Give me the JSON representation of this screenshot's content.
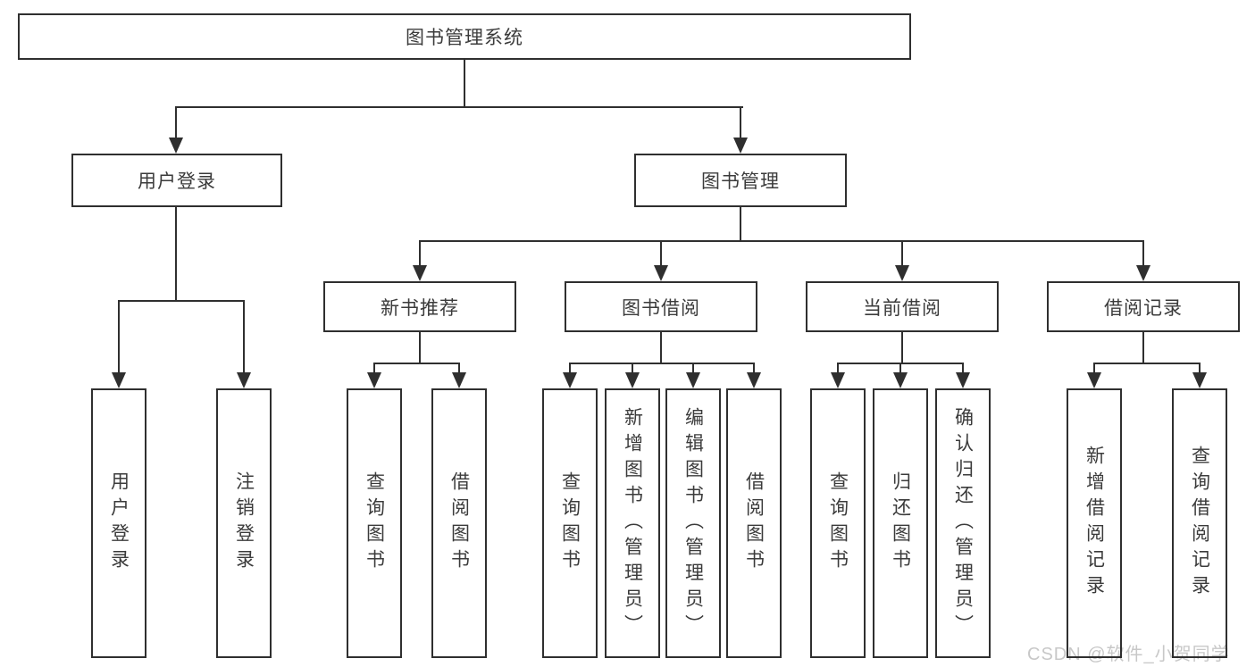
{
  "diagram": {
    "root": "图书管理系统",
    "level2": [
      "用户登录",
      "图书管理"
    ],
    "level3": [
      "新书推荐",
      "图书借阅",
      "当前借阅",
      "借阅记录"
    ],
    "leaves": {
      "user_login": [
        "用户登录",
        "注销登录"
      ],
      "new_book_recommend": [
        "查询图书",
        "借阅图书"
      ],
      "book_borrow": [
        "查询图书",
        "新增图书（管理员）",
        "编辑图书（管理员）",
        "借阅图书"
      ],
      "current_borrow": [
        "查询图书",
        "归还图书",
        "确认归还（管理员）"
      ],
      "borrow_records": [
        "新增借阅记录",
        "查询借阅记录"
      ]
    }
  },
  "watermark": "CSDN @软件_小贺同学",
  "colors": {
    "line": "#2f2f2f",
    "text": "#3b3b3b",
    "watermark": "#c8c8c8",
    "background": "#ffffff"
  }
}
